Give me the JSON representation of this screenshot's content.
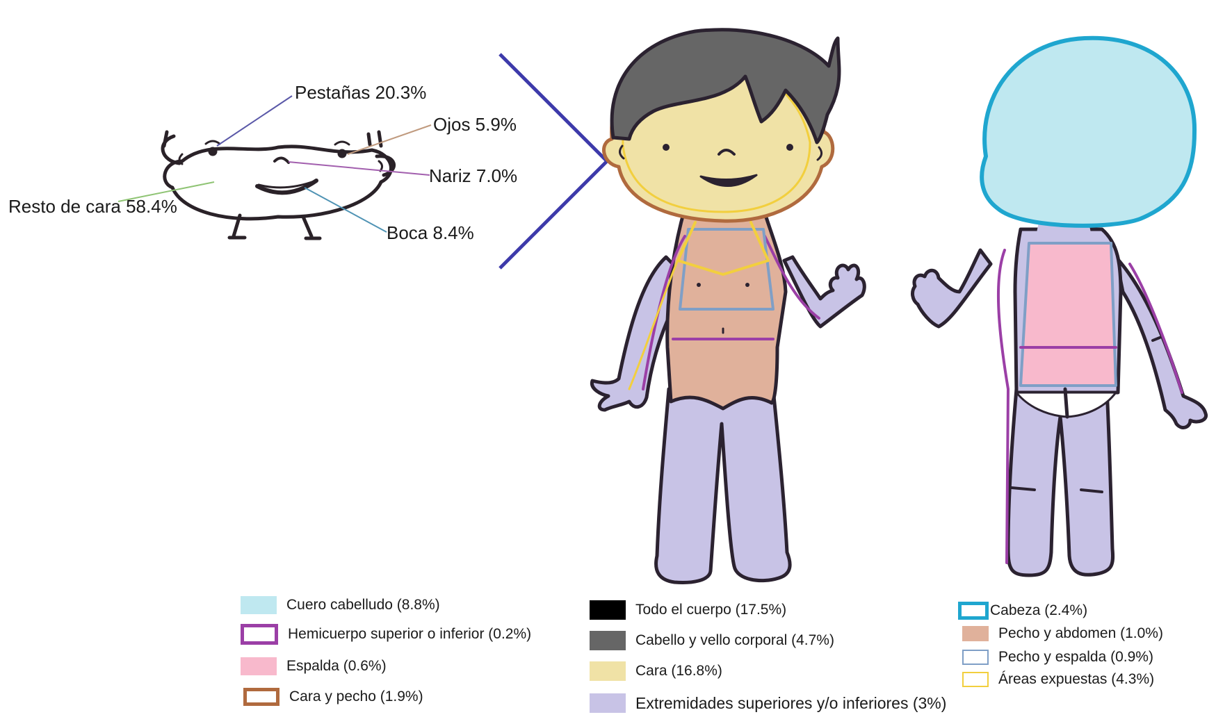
{
  "face_labels": [
    {
      "id": "pestanas",
      "text": "Pestañas 20.3%"
    },
    {
      "id": "ojos",
      "text": "Ojos 5.9%"
    },
    {
      "id": "nariz",
      "text": "Nariz 7.0%"
    },
    {
      "id": "resto",
      "text": "Resto de cara 58.4%"
    },
    {
      "id": "boca",
      "text": "Boca 8.4%"
    }
  ],
  "legend": [
    {
      "text": "Cuero cabelludo (8.8%)",
      "fill": "#bfe8f0",
      "border": "none"
    },
    {
      "text": "Hemicuerpo superior o inferior (0.2%)",
      "fill": "#ffffff",
      "border": "#9b3fa6"
    },
    {
      "text": "Espalda (0.6%)",
      "fill": "#f8b9cc",
      "border": "none"
    },
    {
      "text": "Cara y pecho (1.9%)",
      "fill": "#ffffff",
      "border": "#b06a3e"
    },
    {
      "text": "Todo el cuerpo (17.5%)",
      "fill": "#000000",
      "border": "none"
    },
    {
      "text": "Cabello y vello corporal (4.7%)",
      "fill": "#666666",
      "border": "none"
    },
    {
      "text": "Cara (16.8%)",
      "fill": "#f0e2a6",
      "border": "none"
    },
    {
      "text": "Extremidades superiores y/o inferiores (3%)",
      "fill": "#c8c3e6",
      "border": "none"
    },
    {
      "text": "Cabeza (2.4%)",
      "fill": "#ffffff",
      "border": "#1fa6cf"
    },
    {
      "text": "Pecho y abdomen (1.0%)",
      "fill": "#e0b19b",
      "border": "none"
    },
    {
      "text": "Pecho y espalda (0.9%)",
      "fill": "#ffffff",
      "border": "#7f9fc6"
    },
    {
      "text": "Áreas expuestas (4.3%)",
      "fill": "#ffffff",
      "border": "#f2cf3e"
    }
  ]
}
